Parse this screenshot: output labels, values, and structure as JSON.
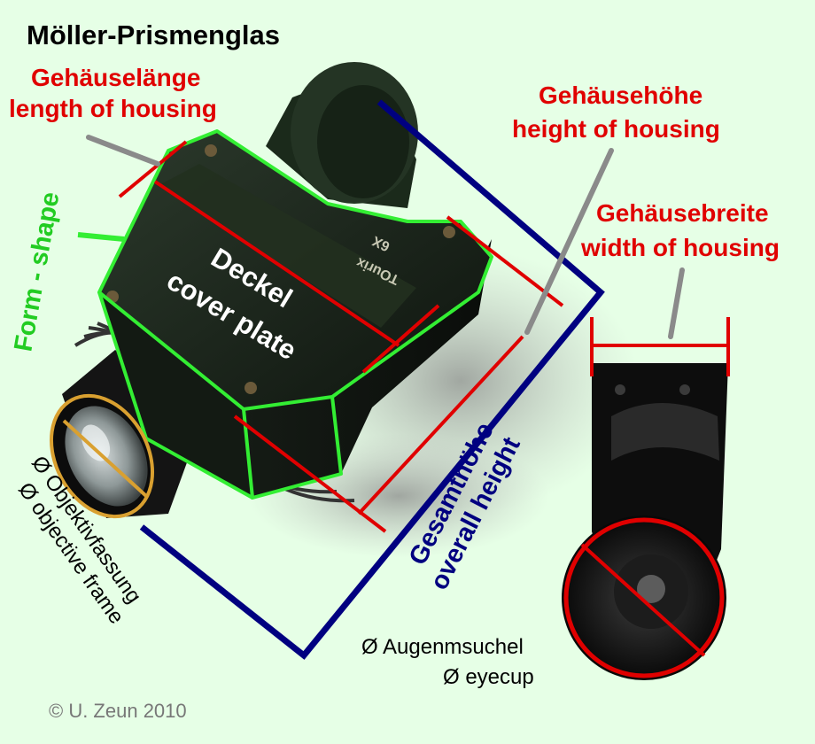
{
  "title": "Möller-Prismenglas",
  "labels": {
    "length_de": "Gehäuselänge",
    "length_en": "length of housing",
    "height_de": "Gehäusehöhe",
    "height_en": "height of housing",
    "width_de": "Gehäusebreite",
    "width_en": "width of housing",
    "shape": "Form - shape",
    "cover_de": "Deckel",
    "cover_en": "cover plate",
    "overall_de": "Gesamthöhe",
    "overall_en": "overall height",
    "objective_de": "Ø Objektivfassung",
    "objective_en": "Ø objective frame",
    "eyecup_de": "Ø Augenmsuchel",
    "eyecup_en": "Ø eyecup",
    "body_print_1": "6X",
    "body_print_2": "TOurix"
  },
  "copyright": "© U. Zeun 2010",
  "colors": {
    "background": "#e6ffe6",
    "measure_red": "#e00000",
    "overall_blue": "#000080",
    "shape_green": "#33ee33",
    "leader_gray": "#8a8a8a",
    "objective_ring": "#d9a030"
  }
}
